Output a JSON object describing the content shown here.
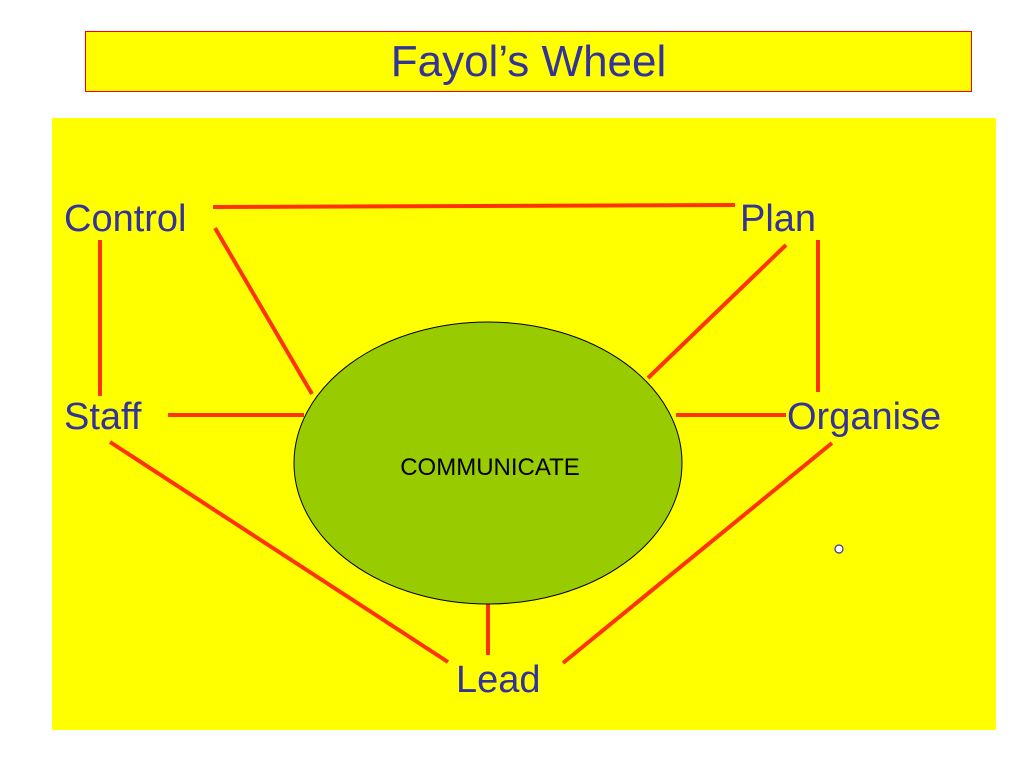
{
  "title": "Fayol’s Wheel",
  "center": {
    "label": "COMMUNICATE",
    "fill_color": "#99cc00"
  },
  "nodes": {
    "control": "Control",
    "plan": "Plan",
    "staff": "Staff",
    "organise": "Organise",
    "lead": "Lead"
  },
  "colors": {
    "background": "#ffff00",
    "title_text": "#333399",
    "title_border": "#ff0000",
    "connector": "#ff3300"
  }
}
